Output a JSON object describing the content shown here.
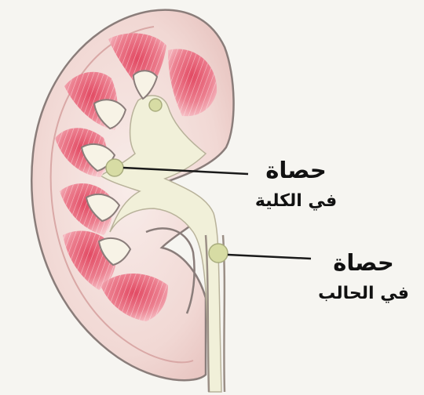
{
  "labels": {
    "kidney_stone": {
      "line1": "حصاة",
      "line2": "في الكلية"
    },
    "ureter_stone": {
      "line1": "حصاة",
      "line2": "في الحالب"
    }
  },
  "colors": {
    "background": "#f6f5f1",
    "cortex": "#f2dcd8",
    "medulla_pink": "#e8667a",
    "medulla_light": "#f5b5bd",
    "pelvis": "#f1f0d9",
    "stone": "#d7dca4",
    "outline": "#8a7d7a",
    "pointer": "#1a1a1a"
  }
}
